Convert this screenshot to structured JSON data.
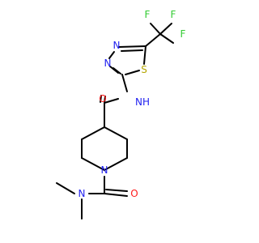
{
  "colors": {
    "background": "#ffffff",
    "bond": "#000000",
    "carbon": "#000000",
    "nitrogen": "#1f1ff0",
    "oxygen": "#ff1a1a",
    "sulfur": "#b4a600",
    "fluorine": "#33cc33"
  },
  "atoms": {
    "f_top_left": "F",
    "f_top_right": "F",
    "f_right": "F",
    "n_ring_upper": "N",
    "n_ring_lower": "N",
    "s_ring": "S",
    "nh_label": "NH",
    "o_amide_upper": "O",
    "o_amide_lower": "O",
    "n_piperidine": "N",
    "n_dimethyl": "N"
  }
}
